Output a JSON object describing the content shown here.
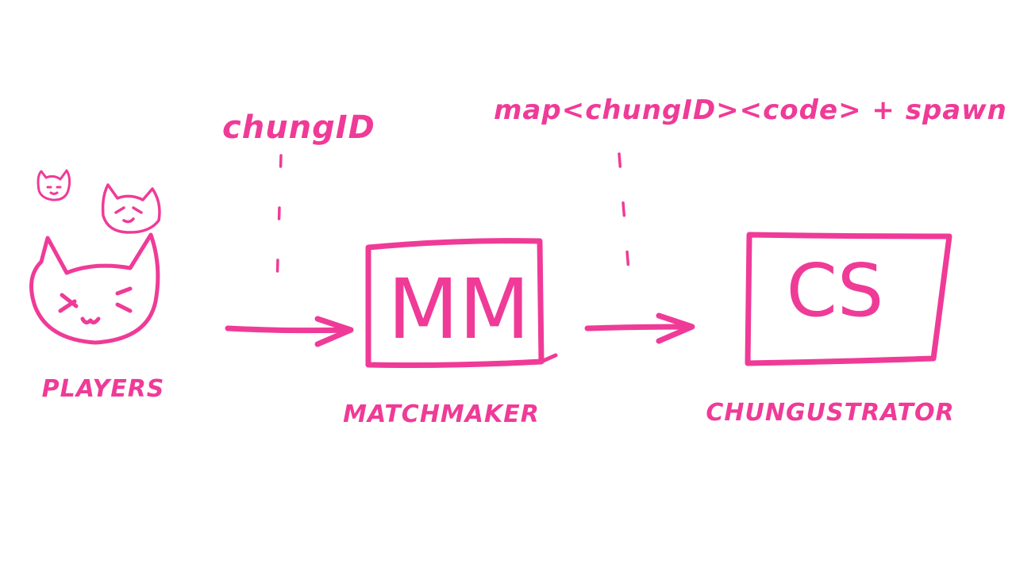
{
  "colors": {
    "ink": "#ef3b97",
    "background": "#ffffff"
  },
  "nodes": {
    "players": {
      "label": "PLAYERS"
    },
    "matchmaker": {
      "box_text": "MM",
      "label": "MATCHMAKER"
    },
    "chungustrator": {
      "box_text": "CS",
      "label": "CHUNGUSTRATOR"
    }
  },
  "edges": {
    "players_to_matchmaker": {
      "annotation": "chungID"
    },
    "matchmaker_to_chungustrator": {
      "annotation": "map<chungID><code> + spawn"
    }
  }
}
